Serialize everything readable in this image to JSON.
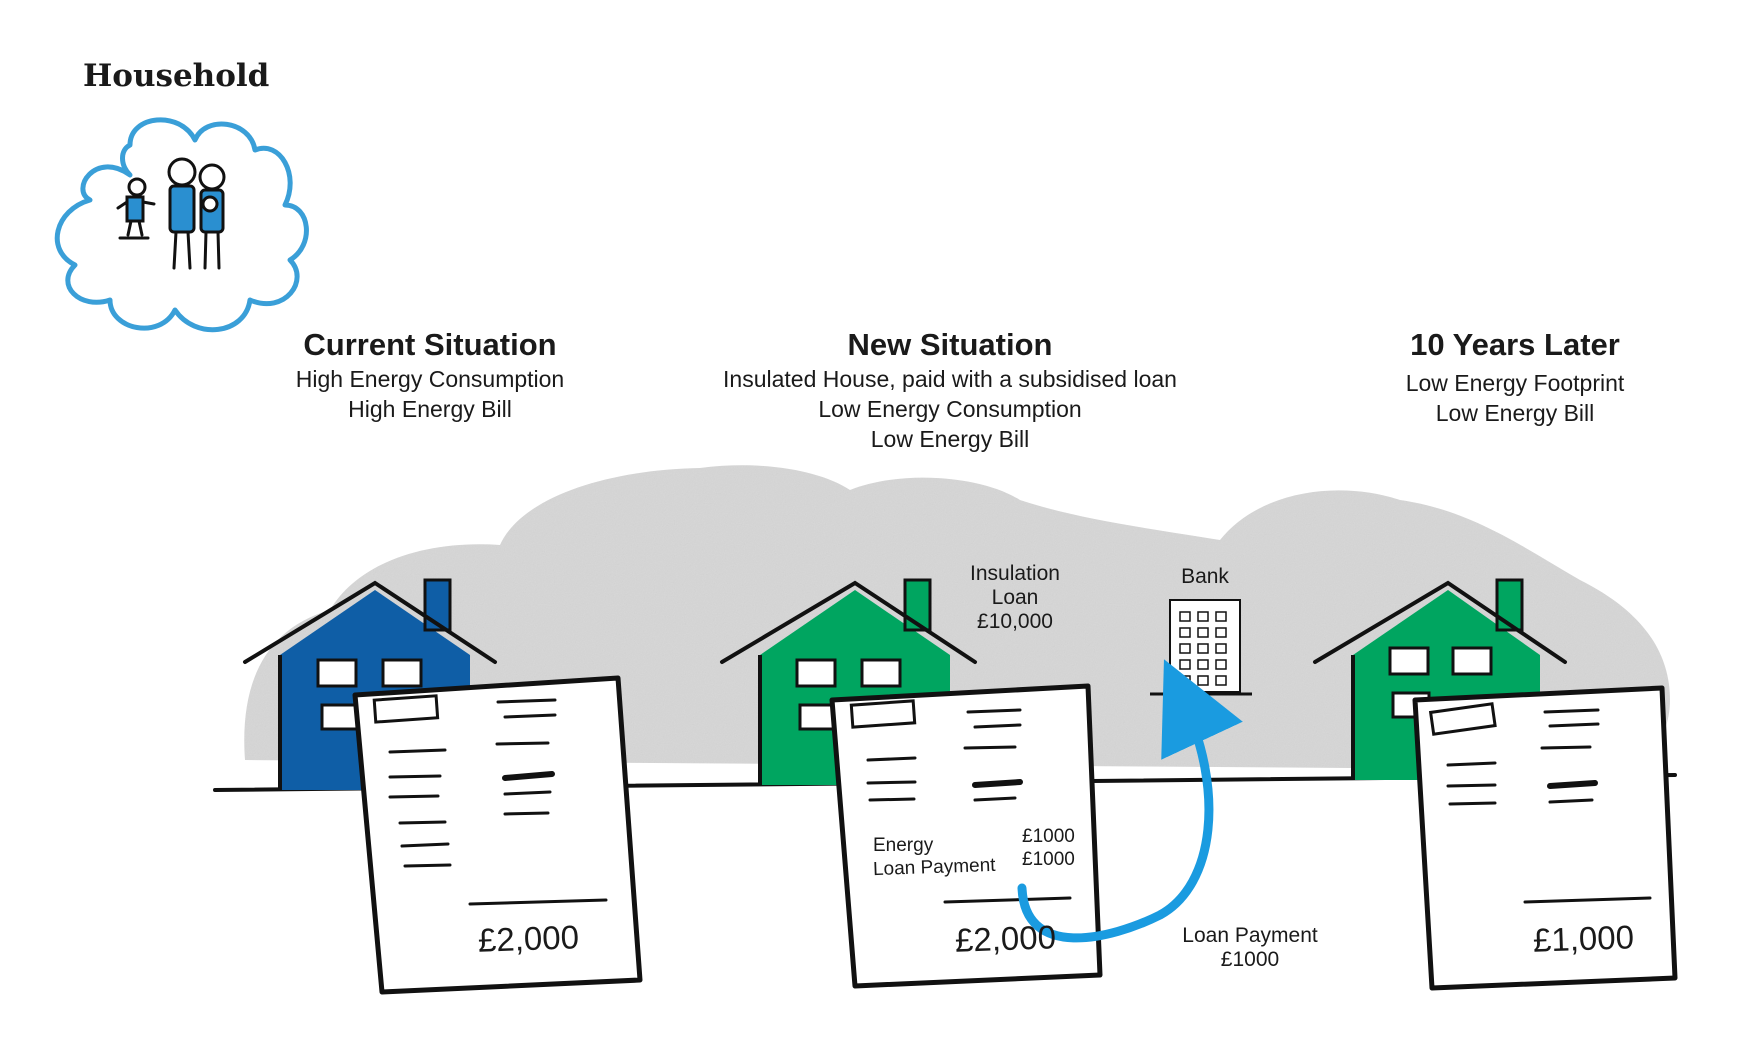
{
  "household": {
    "title": "Household"
  },
  "columns": [
    {
      "heading": "Current Situation",
      "lines": [
        "High Energy Consumption",
        "High Energy Bill"
      ]
    },
    {
      "heading": "New Situation",
      "lines": [
        "Insulated House, paid with a subsidised loan",
        "Low Energy Consumption",
        "Low Energy Bill"
      ]
    },
    {
      "heading": "10 Years Later",
      "lines": [
        "Low Energy Footprint",
        "Low Energy Bill"
      ]
    }
  ],
  "bills": [
    {
      "total": "£2,000"
    },
    {
      "total": "£2,000",
      "items": [
        "Energy",
        "Loan Payment"
      ],
      "amounts": [
        "£1000",
        "£1000"
      ]
    },
    {
      "total": "£1,000"
    }
  ],
  "labels": {
    "insulation_loan": [
      "Insulation",
      "Loan",
      "£10,000"
    ],
    "bank": "Bank",
    "loan_payment": [
      "Loan Payment",
      "£1000"
    ]
  },
  "colors": {
    "current_house": "#0f5ea6",
    "green_house": "#00a560",
    "arrow": "#1a9be0",
    "cloud_outline": "#3a9fd8",
    "background_cloud": "#d5d5d5"
  }
}
